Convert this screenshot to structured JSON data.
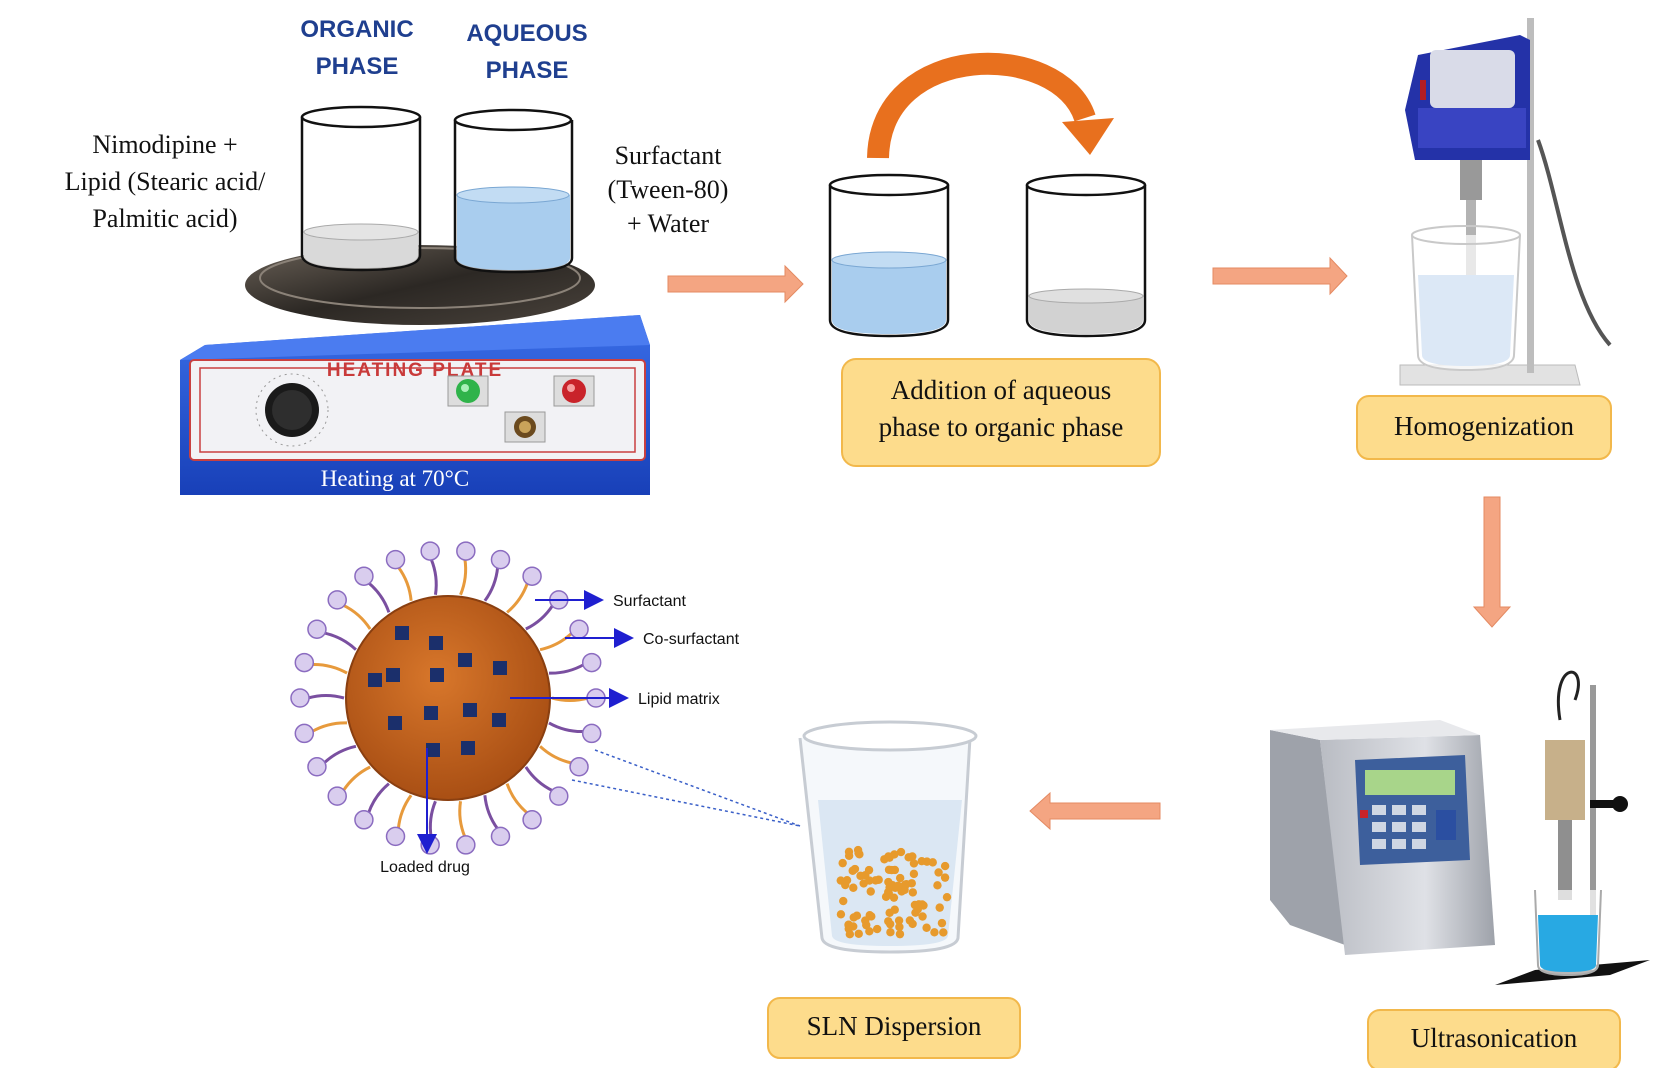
{
  "labels": {
    "organic_phase": [
      "ORGANIC",
      "PHASE"
    ],
    "aqueous_phase": [
      "AQUEOUS",
      "PHASE"
    ],
    "organic_ingredients": [
      "Nimodipine +",
      "Lipid (Stearic acid/",
      "Palmitic acid)"
    ],
    "aqueous_ingredients": [
      "Surfactant",
      "(Tween-80)",
      "+ Water"
    ],
    "heating_plate_title": "HEATING PLATE",
    "heating_condition": "Heating at 70°C"
  },
  "steps": {
    "addition": [
      "Addition of aqueous",
      "phase to organic phase"
    ],
    "homogenization": "Homogenization",
    "ultrasonication": "Ultrasonication",
    "sln_dispersion": "SLN Dispersion"
  },
  "nanoparticle": {
    "surfactant": "Surfactant",
    "co_surfactant": "Co-surfactant",
    "lipid_matrix": "Lipid matrix",
    "loaded_drug": "Loaded drug"
  },
  "colors": {
    "phase_label": "#1f3f8f",
    "step_box_fill": "#fddc8c",
    "step_box_stroke": "#f2b84b",
    "flow_arrow": "#f4a582",
    "curved_arrow": "#e8701e",
    "aqueous_liquid": "#a9cdee",
    "organic_liquid": "#d9d9d9",
    "plate_blue": "#1f4fc9",
    "lipid_core": "#c4611d",
    "drug": "#1b2f6b",
    "pointer": "#1f1fd0"
  }
}
